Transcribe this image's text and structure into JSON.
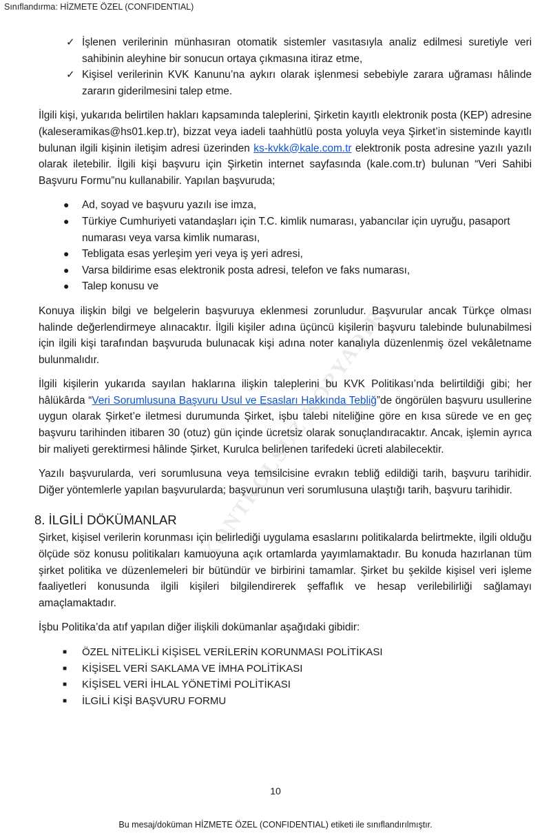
{
  "header": {
    "classification": "Sınıflandırma: HİZMETE ÖZEL (CONFIDENTIAL)"
  },
  "checklist": [
    "İşlenen verilerinin münhasıran otomatik sistemler vasıtasıyla analiz edilmesi suretiyle veri sahibinin aleyhine bir sonucun ortaya çıkmasına itiraz etme,",
    "Kişisel verilerinin KVK Kanunu’na aykırı olarak işlenmesi sebebiyle zarara uğraması hâlinde zararın giderilmesini talep etme."
  ],
  "para1": {
    "before": "İlgili kişi, yukarıda belirtilen hakları kapsamında taleplerini, Şirketin kayıtlı elektronik posta (KEP) adresine (kaleseramikas@hs01.kep.tr),  bizzat veya iadeli taahhütlü posta yoluyla veya Şirket’in sisteminde kayıtlı bulunan  ilgili kişinin iletişim adresi üzerinden ",
    "link": "ks-kvkk@kale.com.tr",
    "after": " elektronik posta adresine yazılı yazılı olarak iletebilir. İlgili kişi başvuru için Şirketin internet sayfasında (kale.com.tr) bulunan “Veri Sahibi Başvuru Formu”nu kullanabilir. Yapılan başvuruda;"
  },
  "bullets": [
    "Ad, soyad ve başvuru yazılı ise imza,",
    "Türkiye Cumhuriyeti vatandaşları için T.C. kimlik numarası, yabancılar için uyruğu, pasaport numarası veya varsa kimlik numarası,",
    "Tebligata esas yerleşim yeri veya iş yeri adresi,",
    "Varsa bildirime esas elektronik posta adresi, telefon ve faks numarası,",
    "Talep konusu  ve"
  ],
  "para2": "Konuya ilişkin bilgi ve belgelerin başvuruya eklenmesi zorunludur. Başvurular ancak Türkçe olması halinde değerlendirmeye alınacaktır. İlgili kişiler adına üçüncü kişilerin başvuru talebinde bulunabilmesi için ilgili kişi tarafından başvuruda bulunacak kişi adına noter kanalıyla düzenlenmiş özel vekâletname bulunmalıdır.",
  "para3": {
    "before": "İlgili kişilerin yukarıda sayılan haklarına ilişkin taleplerini bu KVK Politikası’nda belirtildiği gibi; her hâlükârda “",
    "link": "Veri Sorumlusuna Başvuru Usul ve Esasları Hakkında Tebliğ",
    "after": "”de öngörülen başvuru usullerine uygun olarak Şirket’e iletmesi durumunda Şirket, işbu talebi niteliğine göre en kısa sürede ve en geç başvuru tarihinden itibaren 30 (otuz) gün içinde ücretsiz olarak sonuçlandıracaktır. Ancak, işlemin ayrıca bir maliyeti gerektirmesi hâlinde Şirket, Kurulca belirlenen tarifedeki ücreti alabilecektir."
  },
  "para4": "Yazılı başvurularda, veri sorumlusuna veya temsilcisine evrakın tebliğ edildiği tarih, başvuru tarihidir. Diğer yöntemlerle yapılan başvurularda; başvurunun veri sorumlusuna ulaştığı tarih, başvuru tarihidir.",
  "section_heading": "8. İLGİLİ DÖKÜMANLAR",
  "para5": "Şirket, kişisel verilerin korunması için belirlediği uygulama esaslarını politikalarda belirtmekte, ilgili olduğu ölçüde söz konusu politikaları kamuoyuna açık ortamlarda yayımlamaktadır. Bu konuda hazırlanan tüm şirket politika ve düzenlemeleri bir bütündür ve birbirini tamamlar. Şirket bu şekilde kişisel veri işleme faaliyetleri konusunda ilgili kişileri bilgilendirerek şeffaflık ve hesap verilebilirliği sağlamayı amaçlamaktadır.",
  "para6": "İşbu Politika’da atıf yapılan diğer ilişkili dokümanlar aşağıdaki gibidir:",
  "documents": [
    "ÖZEL NİTELİKLİ KİŞİSEL VERİLERİN KORUNMASI POLİTİKASI",
    "KİŞİSEL VERİ SAKLAMA VE İMHA POLİTİKASI",
    "KİŞİSEL VERİ İHLAL YÖNETİMİ POLİTİKASI",
    "İLGİLİ KİŞİ BAŞVURU FORMU"
  ],
  "page_number": "10",
  "footer": "Bu mesaj/doküman HİZMETE ÖZEL (CONFIDENTIAL) etiketi ile sınıflandırılmıştır.",
  "watermark": "KONTROLSÜZ KOPYADIR"
}
